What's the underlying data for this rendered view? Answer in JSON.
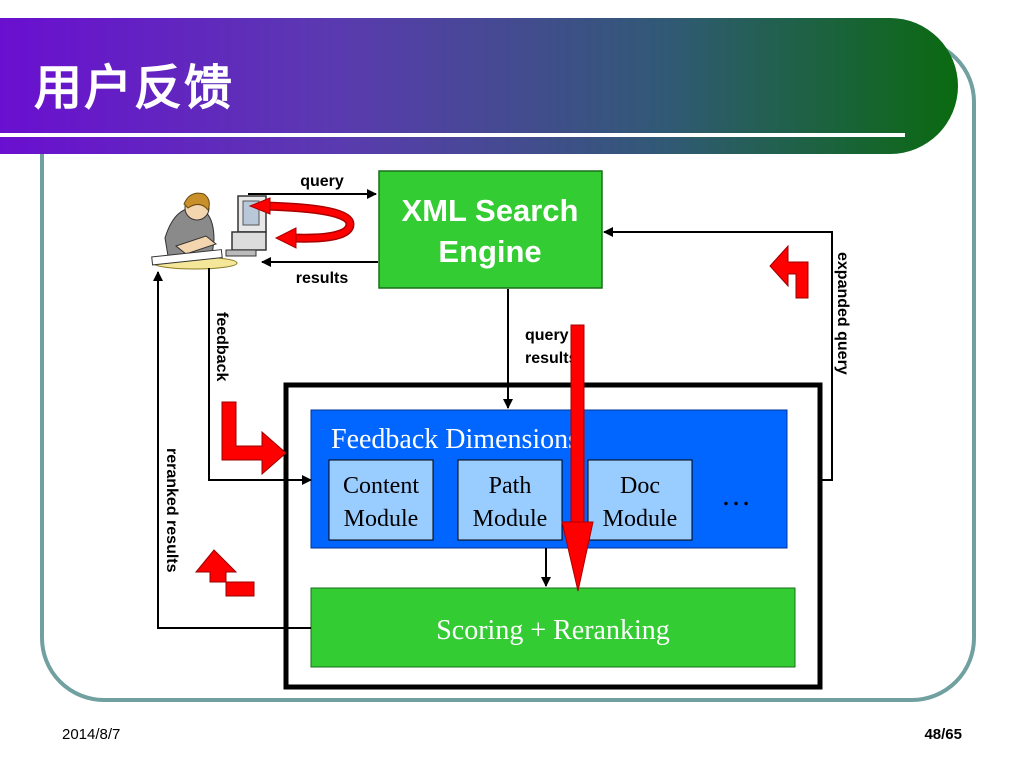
{
  "slide": {
    "title": "用户反馈",
    "date": "2014/8/7",
    "page": "48/65"
  },
  "diagram": {
    "labels": {
      "query": "query",
      "results": "results",
      "feedback": "feedback",
      "reranked_results": "reranked results",
      "expanded_query": "expanded query",
      "query_plus_results_line1": "query +",
      "query_plus_results_line2": "results"
    },
    "search_engine": {
      "line1": "XML Search",
      "line2": "Engine"
    },
    "feedback_dimensions": {
      "title": "Feedback Dimensions",
      "modules": [
        {
          "line1": "Content",
          "line2": "Module"
        },
        {
          "line1": "Path",
          "line2": "Module"
        },
        {
          "line1": "Doc",
          "line2": "Module"
        }
      ],
      "ellipsis": "…"
    },
    "scoring": {
      "label": "Scoring + Reranking"
    }
  },
  "colors": {
    "green_box": "#33cc33",
    "blue_panel": "#0066ff",
    "module_fill": "#99ccff",
    "red_arrow": "#ff0000",
    "frame": "#70a0a0"
  }
}
